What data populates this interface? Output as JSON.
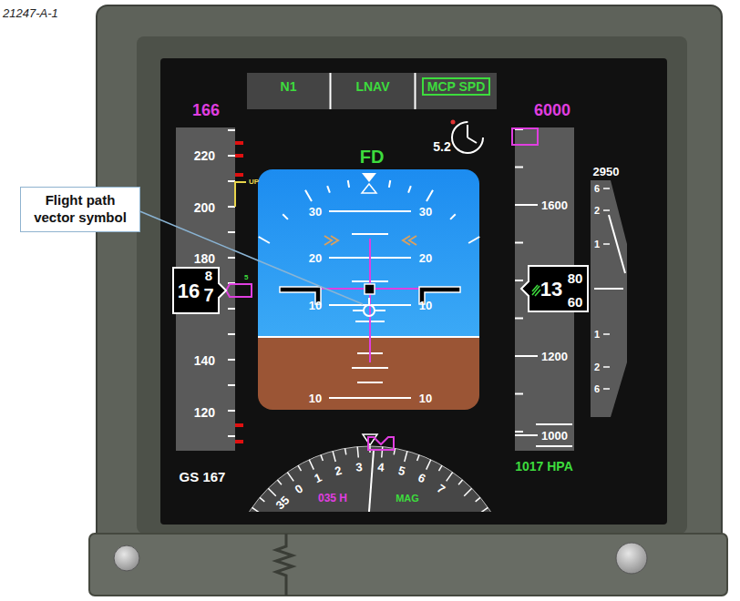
{
  "diagram": {
    "nodes": [
      {
        "text": [
          "N1"
        ]
      },
      {
        "text": [
          "LNAV"
        ]
      },
      {
        "text": [
          "MCP SPD"
        ]
      },
      {
        "text": [
          "Flight path vector symbol"
        ]
      }
    ],
    "labels": [
      "21247-A-1",
      "166",
      "FD",
      "5.2",
      "6000",
      "2950",
      "220",
      "200",
      "180",
      "140",
      "120",
      "UP",
      "5",
      "16",
      "8",
      "7",
      "30",
      "30",
      "20",
      "20",
      "10",
      "10",
      "10",
      "10",
      "1600",
      "1200",
      "1000",
      "13",
      "80",
      "60",
      "6",
      "2",
      "1",
      "1",
      "2",
      "6",
      "1017 HPA",
      "GS 167",
      "035 H",
      "MAG",
      "35",
      "0",
      "1",
      "2",
      "3",
      "4",
      "5",
      "6",
      "7"
    ]
  }
}
